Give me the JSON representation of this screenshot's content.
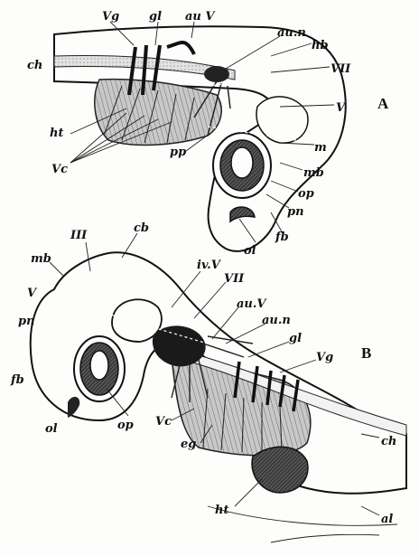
{
  "figure": {
    "panel_a_label": "A",
    "panel_b_label": "B"
  },
  "labels_a": {
    "Vg": "Vg",
    "gl": "gl",
    "auV": "au V",
    "aun": "au.n",
    "hb": "hb",
    "ch": "ch",
    "VII": "VII",
    "V": "V",
    "ht": "ht",
    "Vc": "Vc",
    "pp": "pp",
    "m": "m",
    "mb": "mb",
    "op": "op",
    "pn": "pn",
    "ol": "ol",
    "fb": "fb"
  },
  "labels_b": {
    "III": "III",
    "cb": "cb",
    "mb": "mb",
    "ivV": "iv.V",
    "V": "V",
    "VII": "VII",
    "auV": "au.V",
    "aun": "au.n",
    "pn": "pn",
    "gl": "gl",
    "Vg": "Vg",
    "fb": "fb",
    "op": "op",
    "ol": "ol",
    "Vc": "Vc",
    "ch": "ch",
    "eg": "eg",
    "ht": "ht",
    "al": "al"
  }
}
